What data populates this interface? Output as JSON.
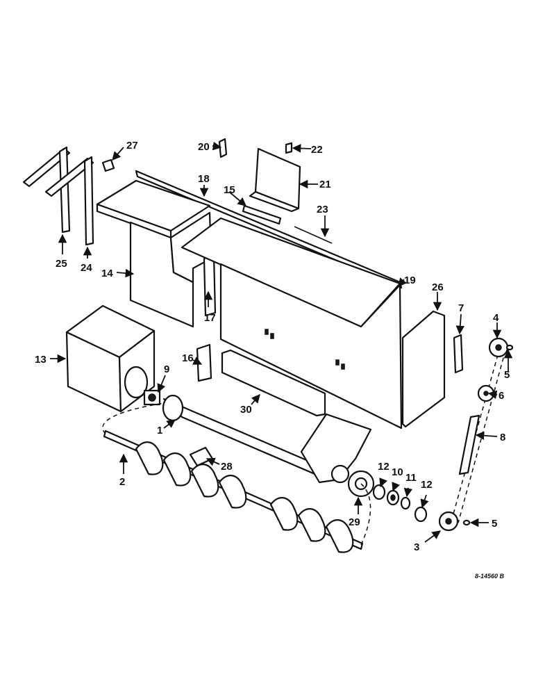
{
  "drawing_number": "8-14560 B",
  "callouts": {
    "c1": "1",
    "c2": "2",
    "c3": "3",
    "c4": "4",
    "c5a": "5",
    "c5b": "5",
    "c6": "6",
    "c7": "7",
    "c8": "8",
    "c9": "9",
    "c10": "10",
    "c11": "11",
    "c12a": "12",
    "c12b": "12",
    "c13": "13",
    "c14": "14",
    "c15": "15",
    "c16": "16",
    "c17": "17",
    "c18": "18",
    "c19": "19",
    "c20": "20",
    "c21": "21",
    "c22": "22",
    "c23": "23",
    "c24": "24",
    "c25": "25",
    "c26": "26",
    "c27": "27",
    "c28": "28",
    "c29": "29",
    "c30": "30"
  }
}
